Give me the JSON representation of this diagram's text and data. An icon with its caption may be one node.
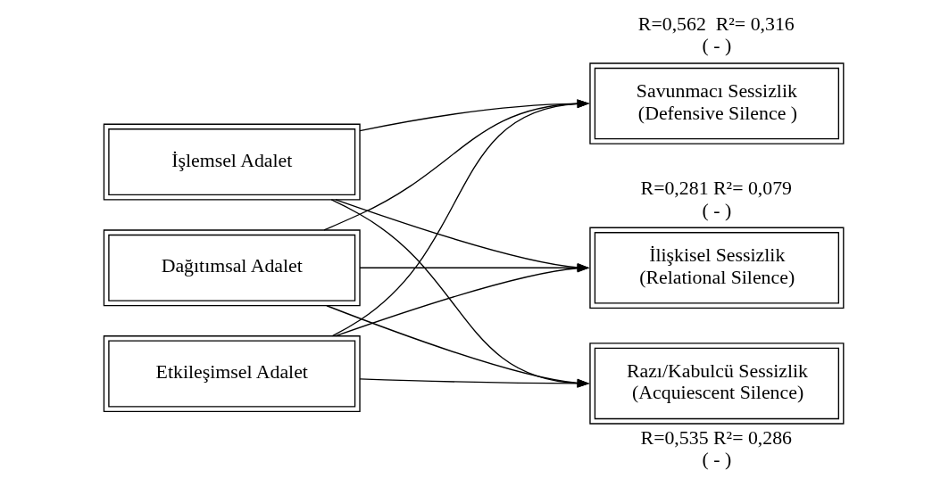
{
  "diagram": {
    "nodes": [
      {
        "text": [
          "İşlemsel Adalet"
        ]
      },
      {
        "text": [
          "Dağıtımsal Adalet"
        ]
      },
      {
        "text": [
          "Etkileşimsel Adalet"
        ]
      },
      {
        "text": [
          "Savunmacı Sessizlik (Defensive Silence )"
        ],
        "beside": [
          "R=0,562  R²= 0,316",
          "( - )"
        ]
      },
      {
        "text": [
          "İlişkisel Sessizlik (Relational Silence)"
        ],
        "beside": [
          "R=0,281 R²= 0,079",
          "( - )"
        ]
      },
      {
        "text": [
          "Razı/Kabulcü Sessizlik (Acquiescent Silence)"
        ],
        "beside": [
          "R=0,535 R²= 0,286",
          "( - )"
        ]
      }
    ],
    "edges": [
      {
        "from": 0,
        "to": 3,
        "arrow": "to"
      },
      {
        "from": 0,
        "to": 4,
        "arrow": "to"
      },
      {
        "from": 0,
        "to": 5,
        "arrow": "to"
      },
      {
        "from": 1,
        "to": 3,
        "arrow": "to"
      },
      {
        "from": 1,
        "to": 4,
        "arrow": "to"
      },
      {
        "from": 1,
        "to": 5,
        "arrow": "to"
      },
      {
        "from": 2,
        "to": 3,
        "arrow": "to"
      },
      {
        "from": 2,
        "to": 4,
        "arrow": "to"
      },
      {
        "from": 2,
        "to": 5,
        "arrow": "to"
      }
    ]
  }
}
